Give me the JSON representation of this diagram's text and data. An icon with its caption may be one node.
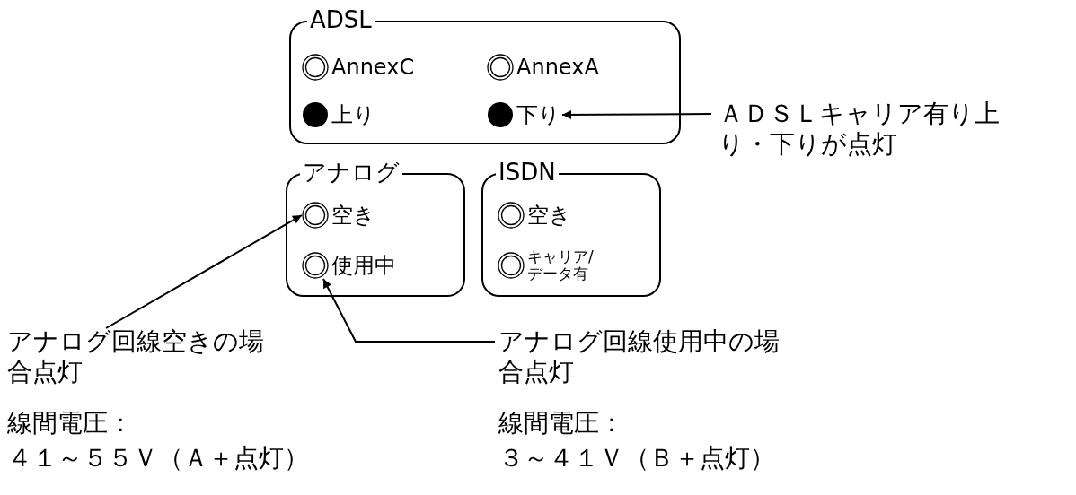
{
  "diagram": {
    "nodes": [
      {
        "text": [
          "ADSL"
        ]
      },
      {
        "text": [
          "AnnexC"
        ],
        "in": 0
      },
      {
        "text": [
          "AnnexA"
        ],
        "in": 0
      },
      {
        "text": [
          "上り"
        ],
        "in": 0
      },
      {
        "text": [
          "下り"
        ],
        "in": 0
      },
      {
        "text": [
          "アナログ"
        ]
      },
      {
        "text": [
          "空き"
        ],
        "in": 5
      },
      {
        "text": [
          "使用中"
        ],
        "in": 5
      },
      {
        "text": [
          "ISDN"
        ]
      },
      {
        "text": [
          "空き"
        ],
        "in": 8
      },
      {
        "text": [
          "キャリア/データ有"
        ],
        "in": 8
      },
      {
        "text": [
          "ＡＤＳＬキャリア有り上り・下りが点灯"
        ]
      },
      {
        "text": [
          "アナログ回線空きの場合点灯"
        ]
      },
      {
        "text": [
          "アナログ回線使用中の場合点灯"
        ]
      }
    ],
    "edges": [
      {
        "from": 11,
        "to": 4,
        "arrow": "to"
      },
      {
        "from": 12,
        "to": 6,
        "arrow": "to"
      },
      {
        "from": 13,
        "to": 7,
        "arrow": "to"
      }
    ],
    "labels": [
      "線間電圧：",
      "４１～５５Ｖ（Ａ＋点灯）",
      "線間電圧：",
      "３～４１Ｖ（Ｂ＋点灯）"
    ]
  }
}
